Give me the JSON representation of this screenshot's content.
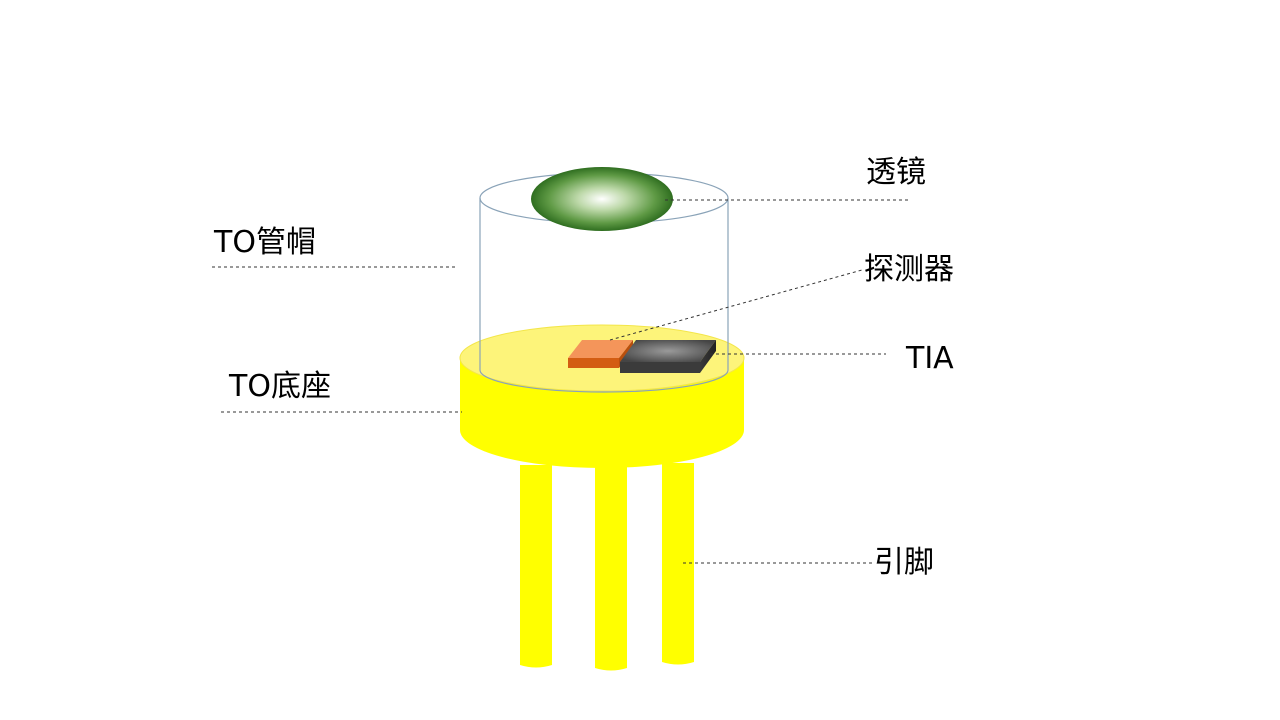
{
  "labels": {
    "lens": "透镜",
    "cap": "TO管帽",
    "detector": "探测器",
    "tia": "TIA",
    "base": "TO底座",
    "pins": "引脚"
  },
  "colors": {
    "base_yellow": "#ffff00",
    "base_top": "#fdf47a",
    "cap_outline": "#8aa3b8",
    "lens_center": "#ffffff",
    "lens_edge": "#2f6e20",
    "detector_chip": "#f07a2a",
    "tia_chip": "#555555",
    "leader_line": "#333333"
  }
}
